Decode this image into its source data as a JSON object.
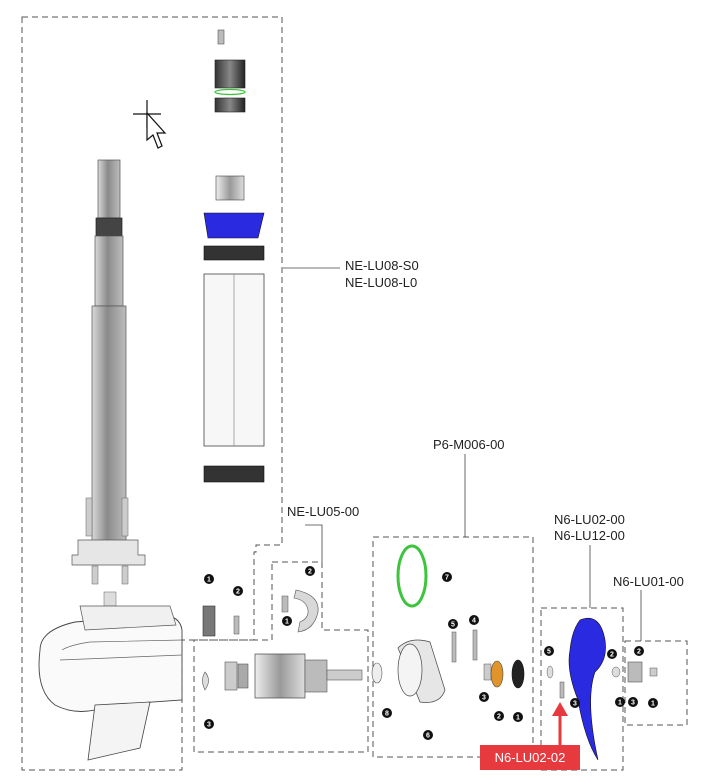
{
  "labels": {
    "housing_group": [
      "NE-LU08-S0",
      "NE-LU08-L0"
    ],
    "motor_group": "NE-LU05-00",
    "gear_group": "P6-M006-00",
    "prop_group": [
      "N6-LU02-00",
      "N6-LU12-00"
    ],
    "nut_group": "N6-LU01-00",
    "callout": "N6-LU02-02"
  },
  "callouts": {
    "c1a": "1",
    "c2a": "2",
    "c3a": "3",
    "c8": "8",
    "c2b": "2",
    "c1b": "1",
    "c7": "7",
    "c5a": "5",
    "c4": "4",
    "c3b": "3",
    "c2c": "2",
    "c1c": "1",
    "c6": "6",
    "c5b": "5",
    "c3c": "3",
    "c2d": "2",
    "c2e": "2",
    "c1d": "1",
    "c3d": "3",
    "c1e": "1"
  },
  "colors": {
    "accent": "#e63a3f",
    "blue_part": "#2a2ae0",
    "green_part": "#3cc43c",
    "orange_part": "#e0942a"
  }
}
